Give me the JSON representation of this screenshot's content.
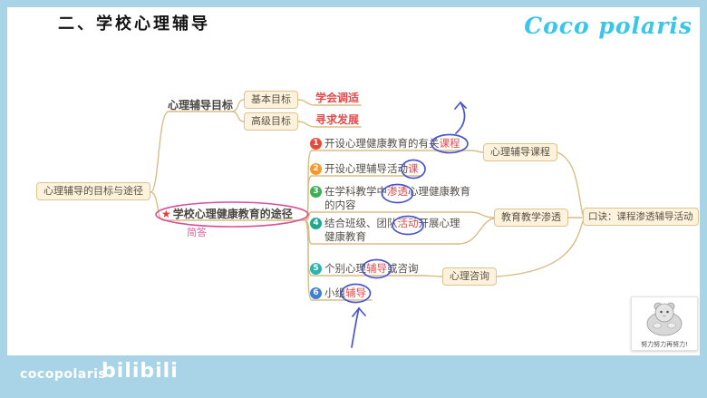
{
  "colors": {
    "frame_blue": "#a9d3e6",
    "node_fill": "#fdf3dc",
    "node_border": "#ddc48f",
    "connector_tan": "#d9bd85",
    "accent_red": "#e14b4b",
    "pen_blue": "#4a55cc",
    "pen_pink": "#d85098",
    "brand_cyan": "#3bc6e8"
  },
  "header": {
    "title": "二、学校心理辅导",
    "watermark": "Coco polaris"
  },
  "mindmap": {
    "root": "心理辅导的目标与途径",
    "goals": {
      "label": "心理辅导目标",
      "rows": [
        {
          "box": "基本目标",
          "value": "学会调适"
        },
        {
          "box": "高级目标",
          "value": "寻求发展"
        }
      ]
    },
    "approaches": {
      "star": "★",
      "label": "学校心理健康教育的途径",
      "note": "简答",
      "items": [
        {
          "num": "1",
          "num_color": "#e8493a",
          "prefix": "开设心理健康教育的有关",
          "highlight": "课程",
          "suffix": "",
          "line2": ""
        },
        {
          "num": "2",
          "num_color": "#f39a2b",
          "prefix": "开设心理辅导活动",
          "highlight": "课",
          "suffix": "",
          "line2": ""
        },
        {
          "num": "3",
          "num_color": "#3fae54",
          "prefix": "在学科教学中",
          "highlight": "渗透",
          "suffix": "心理健康教育",
          "line2": "的内容"
        },
        {
          "num": "4",
          "num_color": "#1fa98c",
          "prefix": "结合班级、团队",
          "highlight": "活动",
          "suffix": "开展心理",
          "line2": "健康教育"
        },
        {
          "num": "5",
          "num_color": "#2ab5b0",
          "prefix": "个别心理",
          "highlight": "辅导",
          "suffix": "或咨询",
          "line2": ""
        },
        {
          "num": "6",
          "num_color": "#3f7fd6",
          "prefix": "小组",
          "highlight": "辅导",
          "suffix": "",
          "line2": ""
        }
      ]
    },
    "summary": {
      "course": "心理辅导课程",
      "infiltration": "教育教学渗透",
      "counseling": "心理咨询",
      "mnemonic": "口诀：课程渗透辅导活动"
    }
  },
  "footer": {
    "brand": "cocopolaris",
    "bilibili": "bilibili",
    "mascot_text": "努力努力再努力!"
  }
}
